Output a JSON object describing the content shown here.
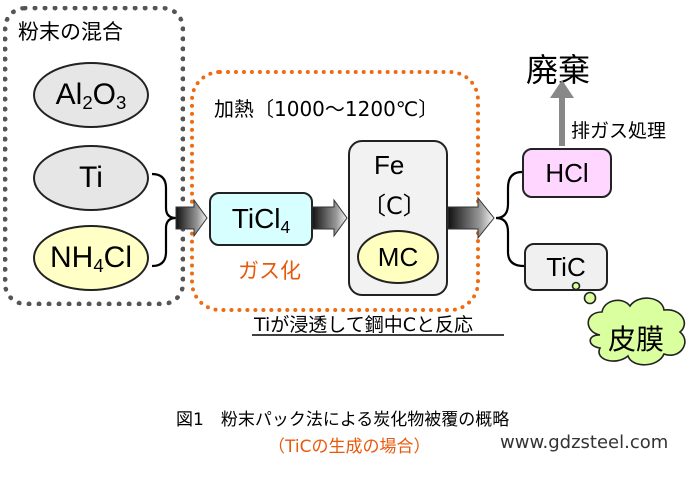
{
  "powder_mix": {
    "title": "粉末の混合",
    "al2o3": {
      "main": "Al",
      "sub1": "2",
      "mid": "O",
      "sub2": "3"
    },
    "ti": "Ti",
    "nh4cl": {
      "pre": "NH",
      "sub": "4",
      "post": "Cl"
    }
  },
  "heating": {
    "title": "加熱〔1000～1200℃〕",
    "ticl4": {
      "pre": "TiCl",
      "sub": "4"
    },
    "gasification": "ガス化",
    "steel_fe": "Fe",
    "steel_c": "〔C〕",
    "mc": "MC"
  },
  "reaction_note": "Tiが浸透して鋼中Cと反応",
  "products": {
    "hcl": "HCl",
    "exhaust_treatment": "排ガス処理",
    "disposal": "廃棄",
    "tic": "TiC",
    "film": "皮膜"
  },
  "caption": {
    "line1": "図1　粉末パック法による炭化物被覆の概略",
    "line2": "（TiCの生成の場合）",
    "website": "www.gdzsteel.com"
  },
  "colors": {
    "al2o3_fill": "#e6e6e6",
    "ti_fill": "#e6e6e6",
    "nh4cl_fill": "#ffffc6",
    "ticl4_fill": "#d7ffff",
    "steel_fill": "#f2f2f2",
    "mc_fill": "#ffffc0",
    "hcl_fill": "#ffd6ff",
    "tic_fill": "#f0f0f0",
    "film_fill": "#d9ff9e",
    "heat_border": "#f06a12",
    "accent_orange": "#e8590c"
  }
}
